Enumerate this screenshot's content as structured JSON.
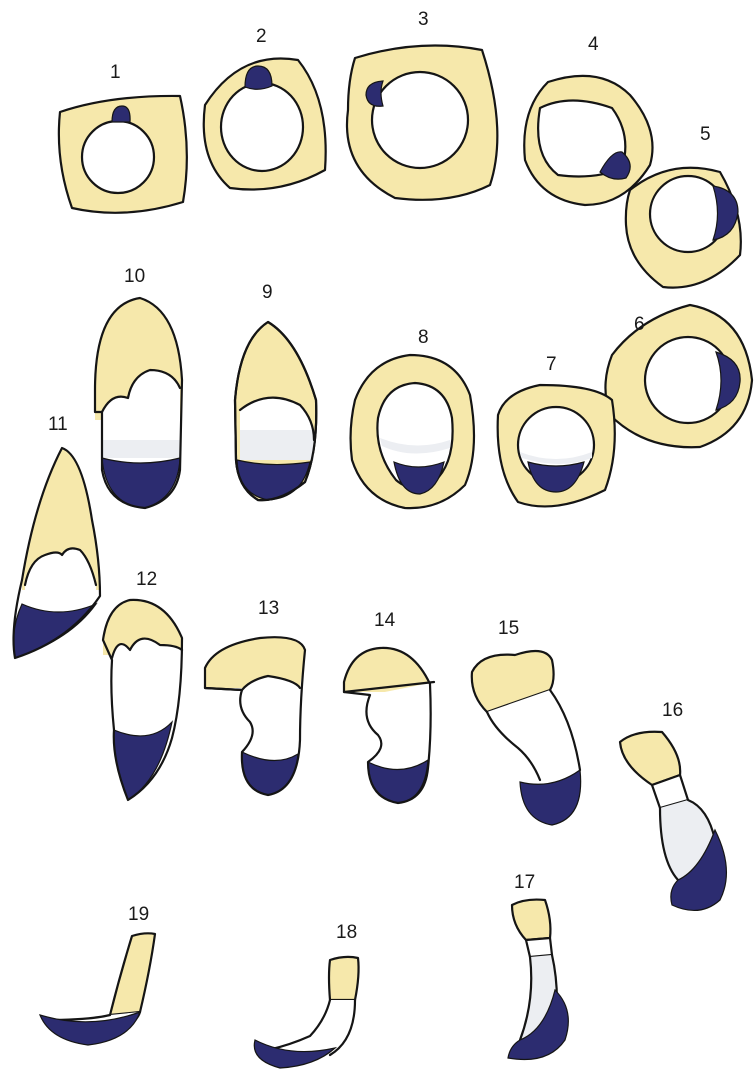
{
  "figure": {
    "labels": [
      "1",
      "2",
      "3",
      "4",
      "5",
      "6",
      "7",
      "8",
      "9",
      "10",
      "11",
      "12",
      "13",
      "14",
      "15",
      "16",
      "17",
      "18",
      "19"
    ],
    "colors": {
      "yellow": "#f6e8ab",
      "white": "#ffffff",
      "light_gray": "#eceef2",
      "blue": "#2c2c70",
      "outline": "#151515"
    }
  }
}
